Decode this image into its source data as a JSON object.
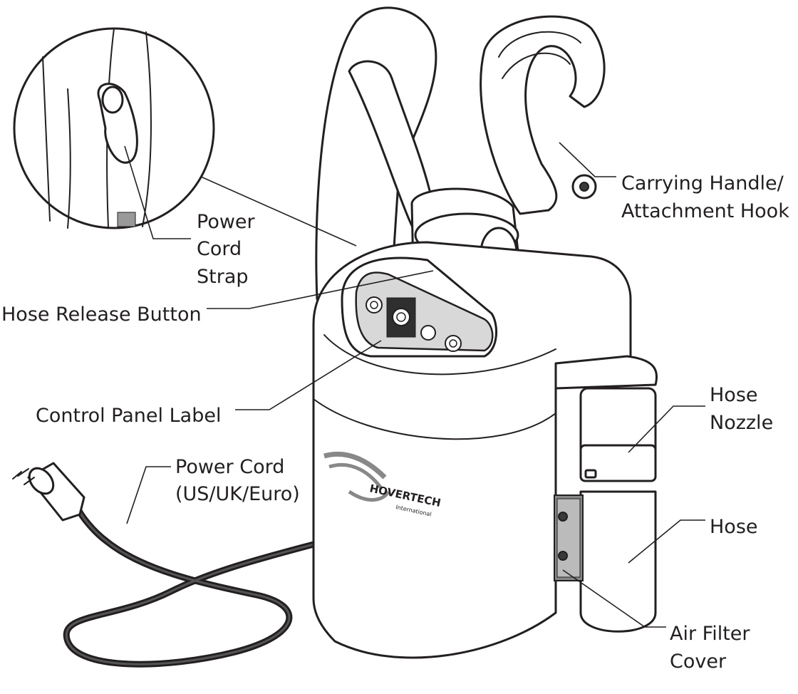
{
  "labels": {
    "power_cord_strap": [
      "Power",
      "Cord",
      "Strap"
    ],
    "hose_release_button": "Hose Release Button",
    "control_panel_label": "Control Panel Label",
    "power_cord": [
      "Power Cord",
      "(US/UK/Euro)"
    ],
    "carrying_handle": [
      "Carrying Handle/",
      "Attachment Hook"
    ],
    "hose_nozzle": [
      "Hose",
      "Nozzle"
    ],
    "hose": "Hose",
    "air_filter_cover": [
      "Air Filter",
      "Cover"
    ]
  },
  "brand": {
    "name": "HOVERTECH",
    "sub": "International"
  }
}
